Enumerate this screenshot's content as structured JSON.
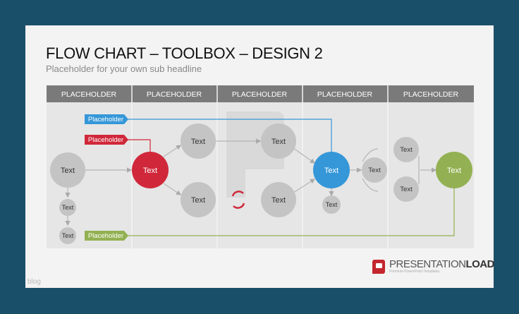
{
  "title": "FLOW CHART – TOOLBOX – DESIGN 2",
  "subtitle": "Placeholder for your own sub headline",
  "columns": [
    "PLACEHOLDER",
    "PLACEHOLDER",
    "PLACEHOLDER",
    "PLACEHOLDER",
    "PLACEHOLDER"
  ],
  "tags": {
    "blue": "Placeholder",
    "red": "Placeholder",
    "green": "Placeholder"
  },
  "node": "Text",
  "logo": {
    "name_light": "PRESENTATION",
    "name_bold": "LOAD",
    "tagline": "Premium PowerPoint Templates"
  },
  "watermark": "blog",
  "colors": {
    "blue": "#3597d8",
    "red": "#d0283a",
    "green": "#93b152",
    "gray": "#c4c4c4",
    "header": "#7a7a7a"
  }
}
